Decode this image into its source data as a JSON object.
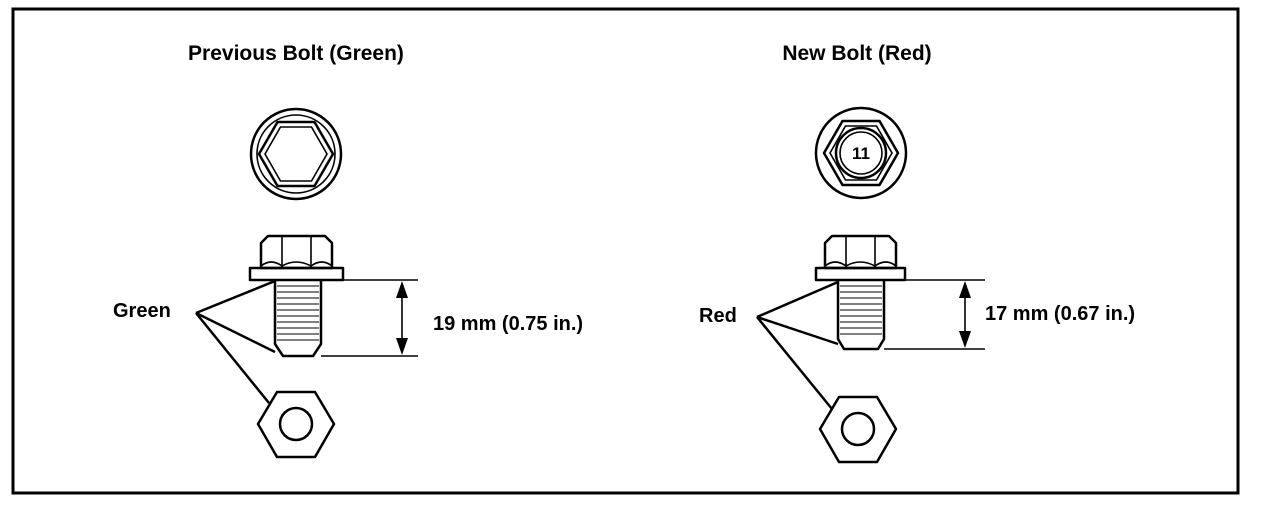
{
  "panels": [
    {
      "title": "Previous Bolt (Green)",
      "callout": "Green",
      "dimension": "19 mm (0.75 in.)",
      "head_marking": ""
    },
    {
      "title": "New Bolt (Red)",
      "callout": "Red",
      "dimension": "17 mm (0.67 in.)",
      "head_marking": "11"
    }
  ]
}
